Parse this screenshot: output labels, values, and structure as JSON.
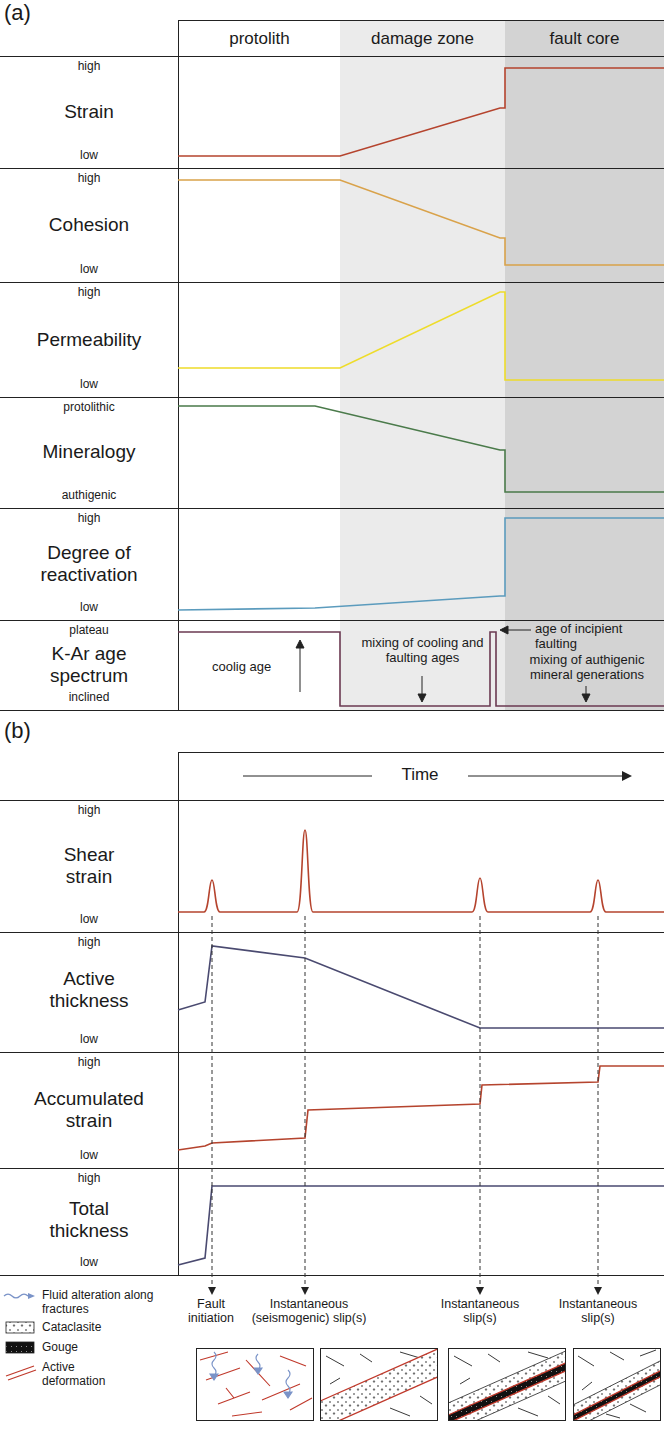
{
  "diagram": {
    "nodes": [
      {
        "text": [
          "protolith"
        ]
      },
      {
        "text": [
          "damage zone"
        ]
      },
      {
        "text": [
          "fault core"
        ]
      }
    ],
    "labels": [
      "(a)",
      "high",
      "Strain",
      "low",
      "high",
      "Cohesion",
      "low",
      "high",
      "Permeability",
      "low",
      "protolithic",
      "Mineralogy",
      "authigenic",
      "high",
      "Degree of reactivation",
      "low",
      "plateau",
      "K-Ar age spectrum",
      "inclined",
      "coolig age",
      "mixing of cooling and faulting ages",
      "age of incipient faulting",
      "mixing of authigenic mineral generations",
      "(b)",
      "Time",
      "high",
      "Shear strain",
      "low",
      "high",
      "Active thickness",
      "low",
      "high",
      "Accumulated strain",
      "low",
      "high",
      "Total thickness",
      "low",
      "Fault initiation",
      "Instantaneous (seismogenic) slip(s)",
      "Instantaneous slip(s)",
      "Instantaneous slip(s)"
    ],
    "legend": [
      {
        "text": "Fluid alteration along fractures"
      },
      {
        "text": "Cataclasite"
      },
      {
        "text": "Gouge"
      },
      {
        "text": "Active deformation"
      }
    ]
  }
}
